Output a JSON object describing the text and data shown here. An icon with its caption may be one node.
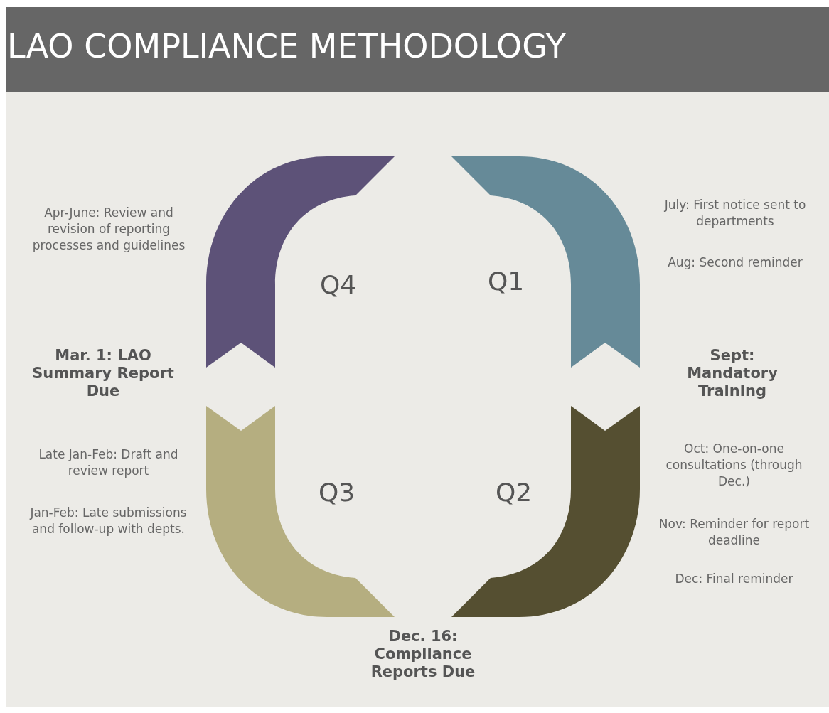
{
  "diagram": {
    "title": "LAO COMPLIANCE METHODOLOGY",
    "nodes": [
      {
        "text": [
          "Q4"
        ],
        "beside": [
          "Apr-June: Review and revision of reporting processes and guidelines"
        ]
      },
      {
        "text": [
          "Q1"
        ],
        "beside": [
          "July: First notice sent to departments",
          "Aug: Second reminder"
        ]
      },
      {
        "text": [
          "Q3"
        ],
        "beside": [
          "Late Jan-Feb: Draft and review report",
          "Jan-Feb: Late submissions and follow-up with depts."
        ]
      },
      {
        "text": [
          "Q2"
        ],
        "beside": [
          "Oct: One-on-one consultations (through Dec.)",
          "Nov: Reminder for report deadline",
          "Dec: Final reminder"
        ]
      }
    ],
    "edges": [],
    "labels": [
      "Mar. 1: LAO Summary Report Due",
      "Sept: Mandatory Training",
      "Dec. 16: Compliance Reports Due"
    ]
  }
}
